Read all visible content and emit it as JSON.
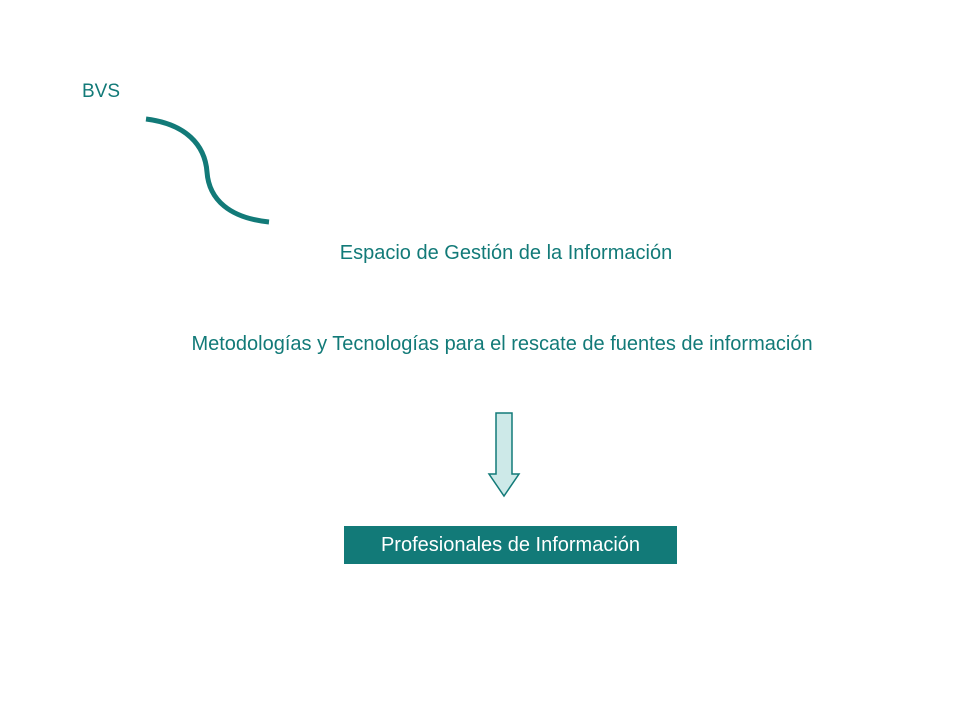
{
  "slide": {
    "bvs_label": "BVS",
    "espacio_heading": "Espacio de Gestión de la Información",
    "metodologias_text": "Metodologías y Tecnologías para el rescate de fuentes de información",
    "profesionales_box": "Profesionales de Información"
  },
  "colors": {
    "accent": "#127a78",
    "arrow_fill": "#cde9e8",
    "arrow_stroke": "#127a78",
    "box_text": "#ffffff",
    "background": "#ffffff"
  },
  "icons": {
    "connector": "curved-connector-icon",
    "arrow": "down-arrow-icon"
  }
}
